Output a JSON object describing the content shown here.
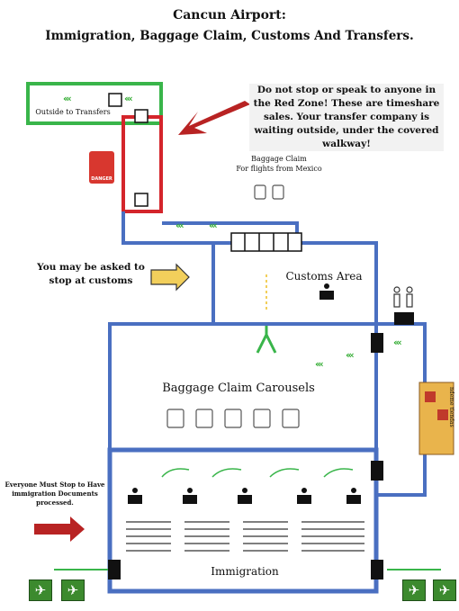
{
  "title": {
    "line1": "Cancun Airport:",
    "line2": "Immigration, Baggage Claim, Customs And Transfers."
  },
  "labels": {
    "outside_transfers": "Outside to Transfers",
    "baggage_mexico_line1": "Baggage Claim",
    "baggage_mexico_line2": "For flights from Mexico",
    "customs_area": "Customs Area",
    "baggage_carousels": "Baggage Claim Carousels",
    "immigration": "Immigration",
    "danger": "DANGER",
    "side_text": "ndeme tiendas"
  },
  "notes": {
    "red_zone_warning": "Do not stop or speak to anyone in the Red Zone!  These are timeshare sales. Your transfer company is waiting outside, under the covered walkway!",
    "customs_stop": "You may be asked to stop at customs",
    "immigration_stop": "Everyone Must Stop to Have immigration Documents processed."
  },
  "colors": {
    "green_path": "#39b54a",
    "red_zone": "#d4252b",
    "blue_walls": "#4a6fc1",
    "danger_sign": "#d8372f",
    "arrow_red": "#b82323",
    "arrow_yellow": "#f2cf5b",
    "plane_badge": "#3c8a2e"
  },
  "icons": {
    "airplane": "airplane-icon",
    "luggage": "luggage-icon",
    "customs_desk": "customs-desk-icon",
    "door": "door-icon",
    "restroom": "restroom-icon",
    "walking_person": "walking-person-icon",
    "shop": "shop-icon"
  }
}
